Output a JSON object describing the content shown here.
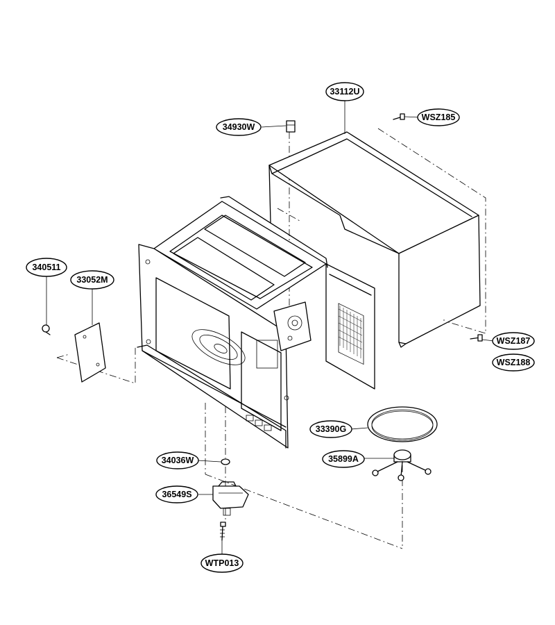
{
  "parts": [
    {
      "id": "33112U"
    },
    {
      "id": "34930W"
    },
    {
      "id": "WSZ185"
    },
    {
      "id": "340511"
    },
    {
      "id": "33052M"
    },
    {
      "id": "WSZ187"
    },
    {
      "id": "WSZ188"
    },
    {
      "id": "33390G"
    },
    {
      "id": "35899A"
    },
    {
      "id": "34036W"
    },
    {
      "id": "36549S"
    },
    {
      "id": "WTP013"
    }
  ],
  "colors": {
    "line": "#000000",
    "background": "#ffffff"
  }
}
